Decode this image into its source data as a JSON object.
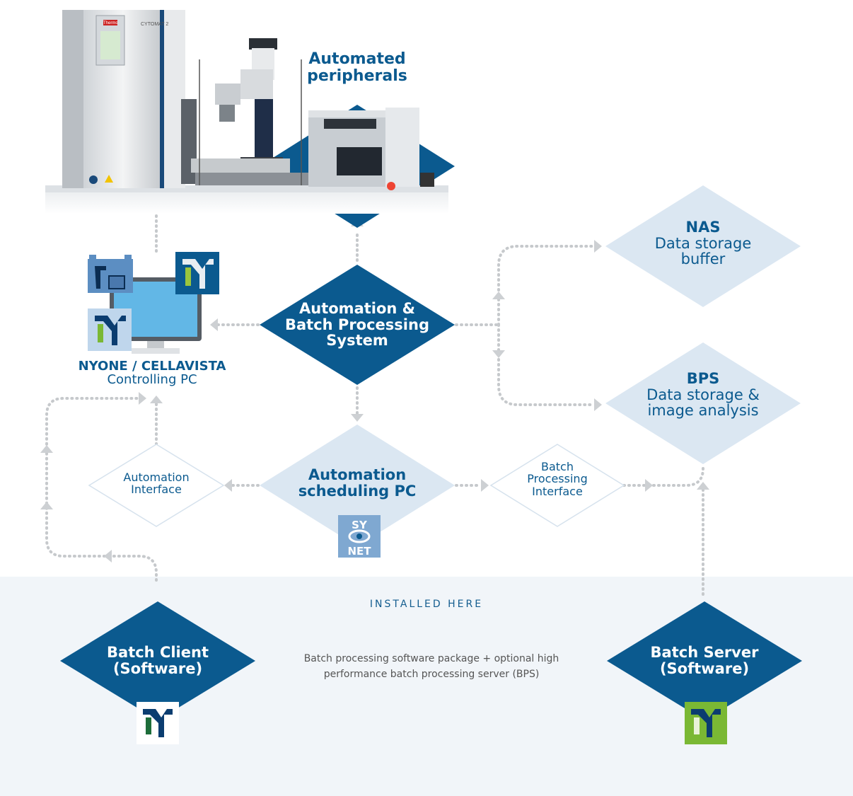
{
  "colors": {
    "dark_blue": "#0b5a8f",
    "light_blue": "#dbe7f2",
    "arrow_gray": "#c6c9cc",
    "logo_green": "#7ab834",
    "monitor_screen": "#62b7e6"
  },
  "hardware": {
    "peripherals_label": [
      "Automated",
      "peripherals"
    ],
    "cytomat_label": "CYTOMAT 2",
    "brand_label": "Thermo"
  },
  "nodes": {
    "automation_system": [
      "Automation &",
      "Batch Processing",
      "System"
    ],
    "nas": [
      "NAS",
      "Data storage",
      "buffer"
    ],
    "bps": [
      "BPS",
      "Data storage &",
      "image analysis"
    ],
    "controlling_pc": [
      "NYONE / CELLAVISTA",
      "Controlling PC"
    ],
    "automation_interface": [
      "Automation",
      "Interface"
    ],
    "scheduling_pc": [
      "Automation",
      "scheduling PC"
    ],
    "batch_interface": [
      "Batch",
      "Processing",
      "Interface"
    ],
    "batch_client": [
      "Batch Client",
      "(Software)"
    ],
    "batch_server": [
      "Batch Server",
      "(Software)"
    ]
  },
  "synet_logo": [
    "SY",
    "NET"
  ],
  "installed": {
    "title": "INSTALLED HERE",
    "description": [
      "Batch processing software package + optional high",
      "performance batch processing server (BPS)"
    ]
  },
  "icons": {
    "peripheral_machines": "lab-automation-equipment-image",
    "monitor": "monitor-icon",
    "app_logo": "yt-product-logo-icon",
    "synet": "synet-eye-icon"
  }
}
